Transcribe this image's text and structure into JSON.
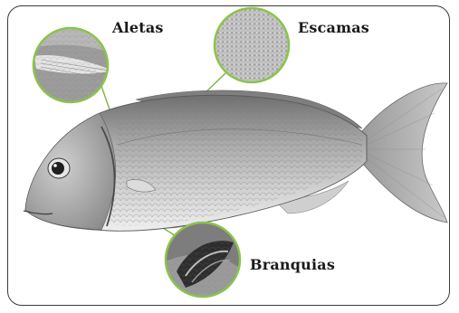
{
  "labels": {
    "fins": "Aletas",
    "scales": "Escamas",
    "gills": "Branquias"
  },
  "colors": {
    "callout_ring": "#8bc34a",
    "callout_line": "#7cb342",
    "frame": "#3a3a3a",
    "label_text": "#1a1a1a"
  }
}
